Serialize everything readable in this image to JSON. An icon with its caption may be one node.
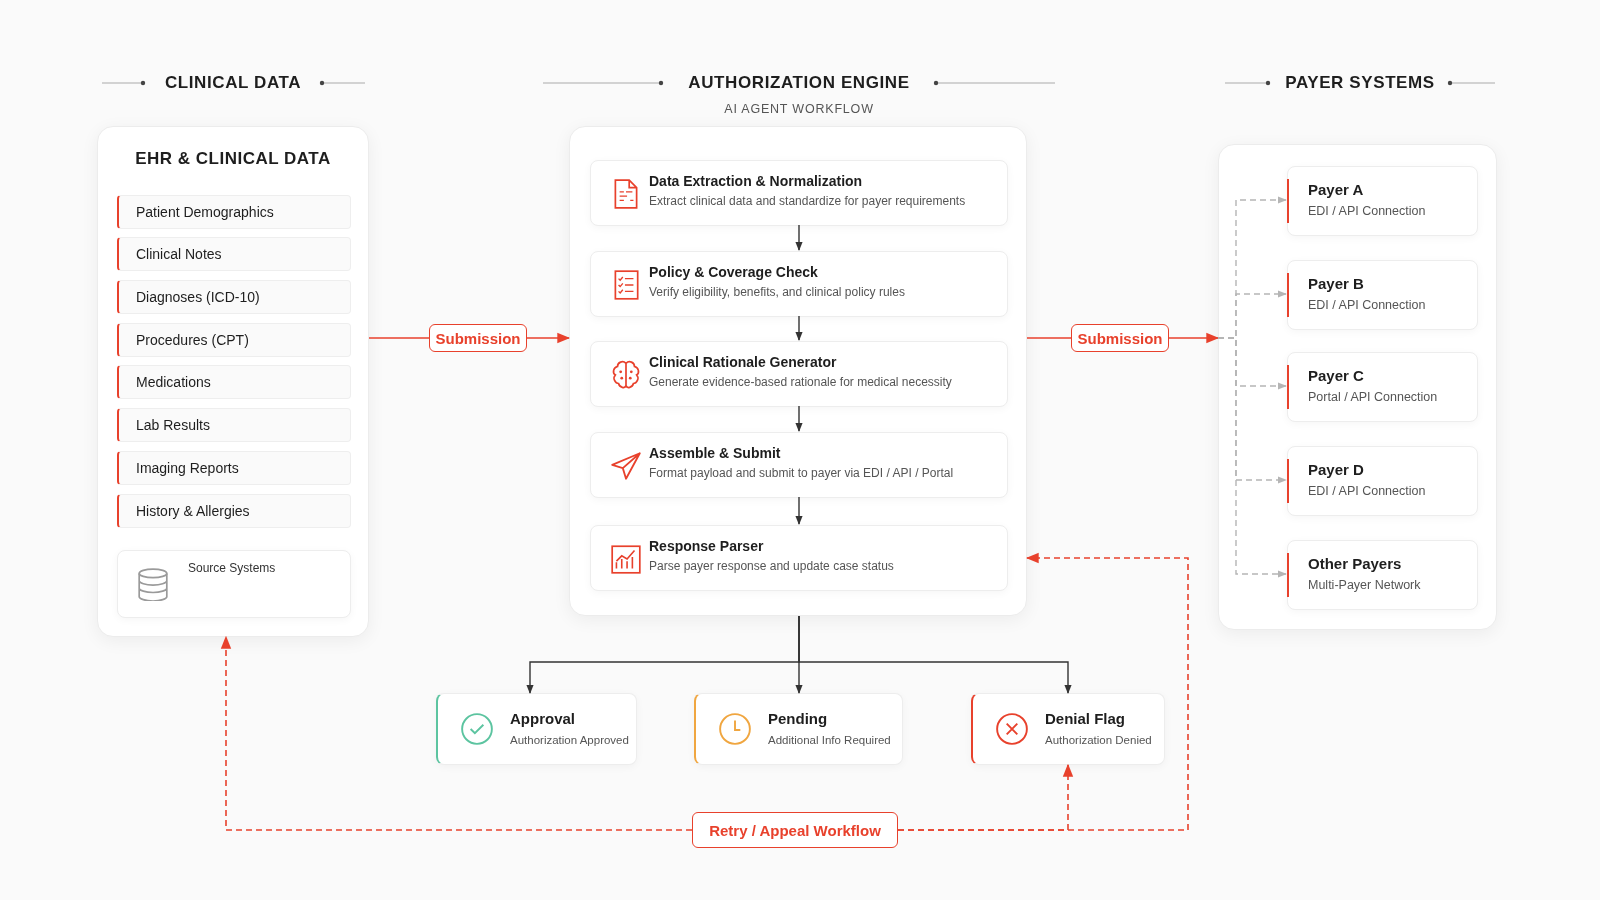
{
  "diagram": {
    "nodes": [
      {
        "text": [
          "EHR & CLINICAL DATA"
        ]
      },
      {
        "text": [
          "Patient Demographics"
        ],
        "in": 0
      },
      {
        "text": [
          "Clinical Notes"
        ],
        "in": 0
      },
      {
        "text": [
          "Diagnoses (ICD-10)"
        ],
        "in": 0
      },
      {
        "text": [
          "Procedures (CPT)"
        ],
        "in": 0
      },
      {
        "text": [
          "Medications"
        ],
        "in": 0
      },
      {
        "text": [
          "Lab Results"
        ],
        "in": 0
      },
      {
        "text": [
          "Imaging Reports"
        ],
        "in": 0
      },
      {
        "text": [
          "History & Allergies"
        ],
        "in": 0
      },
      {
        "text": [
          "Source Systems"
        ],
        "in": 0
      },
      {
        "text": [],
        "shape": "box"
      },
      {
        "text": [
          "Data Extraction & Normalization",
          "Extract clinical data and standardize for payer requirements"
        ],
        "in": 10
      },
      {
        "text": [
          "Policy & Coverage Check",
          "Verify eligibility, benefits, and clinical policy rules"
        ],
        "in": 10
      },
      {
        "text": [
          "Clinical Rationale Generator",
          "Generate evidence-based rationale for medical necessity"
        ],
        "in": 10
      },
      {
        "text": [
          "Assemble & Submit",
          "Format payload and submit to payer via EDI / API / Portal"
        ],
        "in": 10
      },
      {
        "text": [
          "Response Parser",
          "Parse payer response and update case status"
        ],
        "in": 10
      },
      {
        "text": [],
        "shape": "box"
      },
      {
        "text": [
          "Payer A",
          "EDI / API Connection"
        ],
        "in": 16
      },
      {
        "text": [
          "Payer B",
          "EDI / API Connection"
        ],
        "in": 16
      },
      {
        "text": [
          "Payer C",
          "Portal / API Connection"
        ],
        "in": 16
      },
      {
        "text": [
          "Payer D",
          "EDI / API Connection"
        ],
        "in": 16
      },
      {
        "text": [
          "Other Payers",
          "Multi-Payer Network"
        ],
        "in": 16
      },
      {
        "text": [
          "Approval",
          "Authorization Approved"
        ]
      },
      {
        "text": [
          "Pending",
          "Additional Info Required"
        ]
      },
      {
        "text": [
          "Denial Flag",
          "Authorization Denied"
        ]
      },
      {
        "text": [
          "Retry / Appeal Workflow"
        ]
      }
    ],
    "edges": [
      {
        "from": 0,
        "to": 10,
        "arrow": "to",
        "label": "Submission",
        "color": "#e8412c"
      },
      {
        "from": 10,
        "to": 16,
        "arrow": "to",
        "label": "Submission",
        "color": "#e8412c"
      },
      {
        "from": 16,
        "to": 17,
        "arrow": "to",
        "style": "dashed",
        "color": "#b5b5b5"
      },
      {
        "from": 16,
        "to": 18,
        "arrow": "to",
        "style": "dashed",
        "color": "#b5b5b5"
      },
      {
        "from": 16,
        "to": 19,
        "arrow": "to",
        "style": "dashed",
        "color": "#b5b5b5"
      },
      {
        "from": 16,
        "to": 20,
        "arrow": "to",
        "style": "dashed",
        "color": "#b5b5b5"
      },
      {
        "from": 16,
        "to": 21,
        "arrow": "to",
        "style": "dashed",
        "color": "#b5b5b5"
      },
      {
        "from": 11,
        "to": 12,
        "arrow": "to"
      },
      {
        "from": 12,
        "to": 13,
        "arrow": "to"
      },
      {
        "from": 13,
        "to": 14,
        "arrow": "to"
      },
      {
        "from": 14,
        "to": 15,
        "arrow": "to"
      },
      {
        "from": 10,
        "to": 22,
        "arrow": "to"
      },
      {
        "from": 10,
        "to": 23,
        "arrow": "to"
      },
      {
        "from": 10,
        "to": 24,
        "arrow": "to"
      },
      {
        "from": 25,
        "to": 0,
        "arrow": "to",
        "style": "dashed",
        "color": "#e8412c"
      },
      {
        "from": 25,
        "to": 24,
        "arrow": "to",
        "style": "dashed",
        "color": "#e8412c"
      },
      {
        "from": 25,
        "to": 10,
        "arrow": "to",
        "style": "dashed",
        "color": "#e8412c"
      }
    ],
    "labels": [
      "CLINICAL DATA",
      "AUTHORIZATION ENGINE",
      "AI AGENT WORKFLOW",
      "PAYER SYSTEMS"
    ]
  }
}
